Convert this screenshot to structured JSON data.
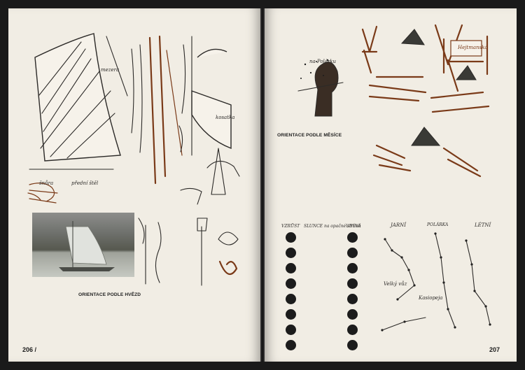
{
  "left_page": {
    "page_number": "206 /",
    "heading": "ORIENTACE PODLE HVĚZD",
    "labels": {
      "sail_a": "mezera",
      "sail_b": "kosatka",
      "knot": "šnůra",
      "hook": "přední štěl"
    }
  },
  "right_page": {
    "page_number": "207",
    "heading": "ORIENTACE PODLE MĚSÍCE",
    "labels": {
      "sign": "Hejtmanská",
      "figure": "na Polárku",
      "col_left": "VZRŮST",
      "col_mid": "SLUNCE na opačné straně",
      "col_right": "UBÝVÁ",
      "star_east": "LÉTNÍ",
      "star_polar": "POLÁRKA",
      "star_west": "JARNÍ",
      "star_bear": "Velký vůz",
      "star_cas": "Kasiopeja"
    }
  },
  "colors": {
    "paper": "#f1ede4",
    "ink": "#2c2a28",
    "wood": "#7a3a18",
    "background": "#1a1a1a"
  }
}
